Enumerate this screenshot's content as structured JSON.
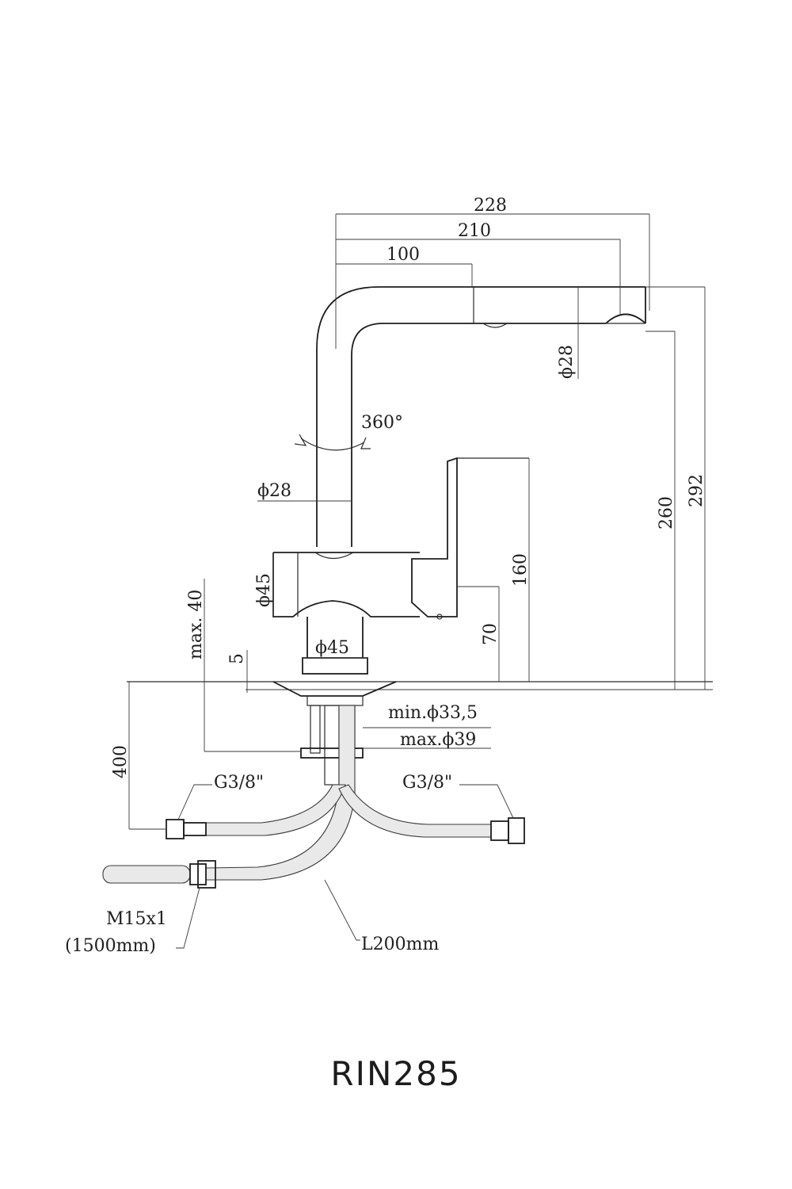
{
  "model_code": "RIN285",
  "dimensions": {
    "spout_reach_total": "228",
    "spout_reach_mid": "210",
    "spout_reach_bend": "100",
    "spout_diameter": "ϕ28",
    "rotation": "360°",
    "body_pipe_diameter": "ϕ28",
    "body_diameter": "ϕ45",
    "base_diameter": "ϕ45",
    "lever_height": "160",
    "outlet_height": "260",
    "total_height": "292",
    "side_height": "70",
    "max_thickness": "max. 40",
    "flange": "5",
    "hose_length_400": "400",
    "hole_min": "min.ϕ33,5",
    "hole_max": "max.ϕ39",
    "thread_left": "G3/8\"",
    "thread_right": "G3/8\"",
    "shower_thread": "M15x1",
    "shower_length": "(1500mm)",
    "center_hose": "L200mm"
  }
}
